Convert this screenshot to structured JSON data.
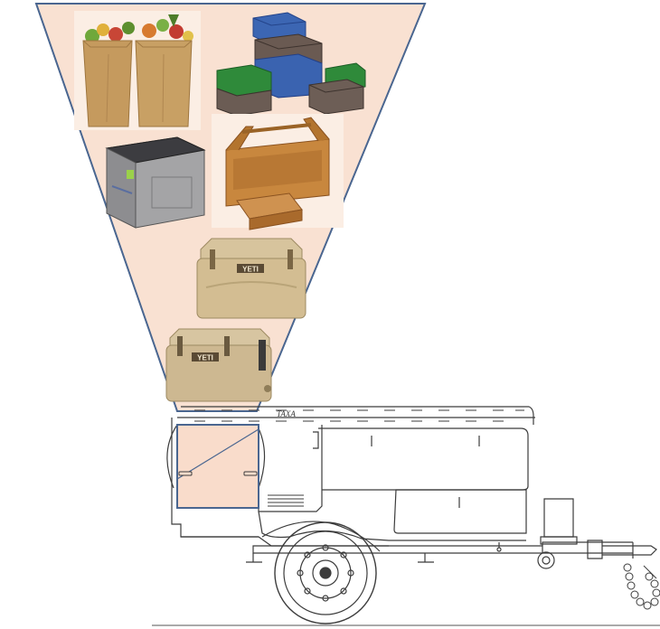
{
  "diagram": {
    "items": [
      {
        "id": "grocery-bags",
        "kind": "paper grocery bags"
      },
      {
        "id": "storage-crates",
        "kind": "stacking plastic crates"
      },
      {
        "id": "portable-fridge",
        "kind": "portable electric fridge"
      },
      {
        "id": "wooden-toolbox",
        "kind": "wooden tool box"
      },
      {
        "id": "large-cooler",
        "kind": "hard cooler",
        "brand_label": "YETI"
      },
      {
        "id": "small-cooler",
        "kind": "hard cooler",
        "brand_label": "YETI"
      }
    ],
    "highlight_color": "#f9dccb",
    "outline_color": "#4a6690",
    "trailer_brand_mark": "TAXA"
  }
}
